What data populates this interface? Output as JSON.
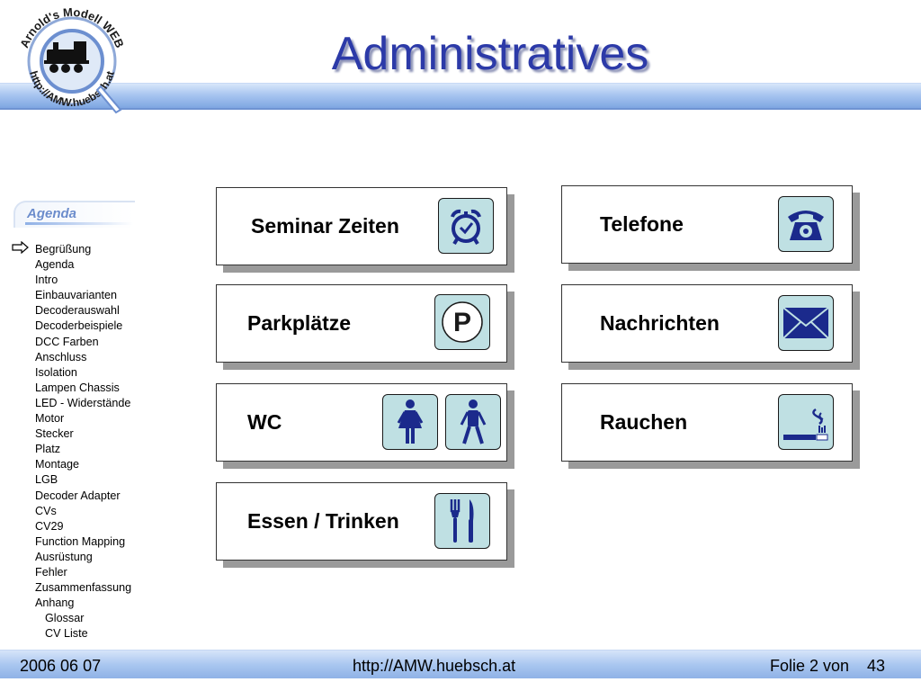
{
  "header": {
    "title": "Administratives"
  },
  "logo": {
    "text_top": "Arnold's Modell WEB",
    "text_bottom": "http://AMW.huebsch.at",
    "icon": "locomotive-icon"
  },
  "agenda": {
    "title": "Agenda",
    "current_marker_icon": "arrow-right-icon",
    "items": [
      {
        "label": "Begrüßung",
        "level": 1
      },
      {
        "label": "Agenda",
        "level": 1
      },
      {
        "label": "Intro",
        "level": 1
      },
      {
        "label": "Einbauvarianten",
        "level": 1
      },
      {
        "label": "Decoderauswahl",
        "level": 1
      },
      {
        "label": "Decoderbeispiele",
        "level": 1
      },
      {
        "label": "DCC Farben",
        "level": 1
      },
      {
        "label": "Anschluss",
        "level": 1
      },
      {
        "label": "Isolation",
        "level": 1
      },
      {
        "label": "Lampen Chassis",
        "level": 1
      },
      {
        "label": "LED - Widerstände",
        "level": 1
      },
      {
        "label": "Motor",
        "level": 1
      },
      {
        "label": "Stecker",
        "level": 1
      },
      {
        "label": "Platz",
        "level": 1
      },
      {
        "label": "Montage",
        "level": 1
      },
      {
        "label": "LGB",
        "level": 1
      },
      {
        "label": "Decoder Adapter",
        "level": 1
      },
      {
        "label": "CVs",
        "level": 1
      },
      {
        "label": "CV29",
        "level": 1
      },
      {
        "label": "Function Mapping",
        "level": 1
      },
      {
        "label": "Ausrüstung",
        "level": 1
      },
      {
        "label": "Fehler",
        "level": 1
      },
      {
        "label": "Zusammenfassung",
        "level": 1
      },
      {
        "label": "Anhang",
        "level": 1
      },
      {
        "label": "Glossar",
        "level": 2
      },
      {
        "label": "CV Liste",
        "level": 2
      }
    ]
  },
  "cards": {
    "seminar": {
      "label": "Seminar Zeiten",
      "icon": "alarm-clock-icon"
    },
    "telefone": {
      "label": "Telefone",
      "icon": "telephone-icon"
    },
    "parkplaetze": {
      "label": "Parkplätze",
      "icon": "parking-icon",
      "icon_text": "P"
    },
    "nachrichten": {
      "label": "Nachrichten",
      "icon": "envelope-icon"
    },
    "wc": {
      "label": "WC",
      "icons": [
        "woman-icon",
        "man-icon"
      ]
    },
    "rauchen": {
      "label": "Rauchen",
      "icon": "cigarette-icon"
    },
    "essen": {
      "label": "Essen / Trinken",
      "icon": "cutlery-icon"
    }
  },
  "footer": {
    "date": "2006 06 07",
    "url": "http://AMW.huebsch.at",
    "slide_label": "Folie 2 von",
    "slide_total": "43"
  },
  "colors": {
    "title": "#2c3aa8",
    "header_band": "#a9c6f0",
    "icon_fill": "#bfe0e3",
    "icon_glyph": "#1b2a8c"
  }
}
